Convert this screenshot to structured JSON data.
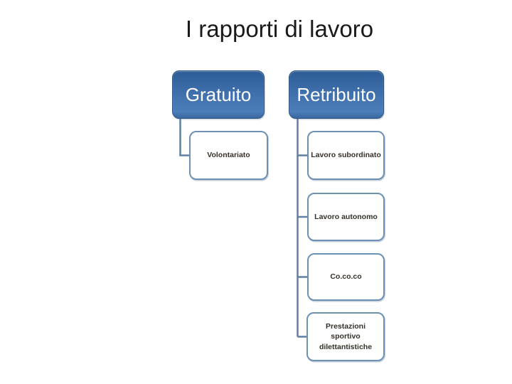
{
  "slide": {
    "title": "I rapporti di lavoro"
  },
  "diagram": {
    "type": "hierarchy",
    "branches": [
      {
        "parent": {
          "label": "Gratuito"
        },
        "children": [
          {
            "label": "Volontariato"
          }
        ]
      },
      {
        "parent": {
          "label": "Retribuito"
        },
        "children": [
          {
            "label": "Lavoro subordinato"
          },
          {
            "label": "Lavoro autonomo"
          },
          {
            "label": "Co.co.co"
          },
          {
            "label": "Prestazioni sportivo dilettantistiche"
          }
        ]
      }
    ]
  },
  "colors": {
    "slide_bg": "#ffffff",
    "title_text": "#1a1a1a",
    "parent_grad_top": "#2d5c95",
    "parent_grad_mid": "#4070ac",
    "parent_grad_bottom": "#4c7eba",
    "parent_grad_edge": "#3a679f",
    "parent_edge": "#2b5585",
    "parent_text": "#ffffff",
    "child_fill": "#ffffff",
    "child_border": "#6d91b4",
    "child_text": "#35302a",
    "connector": "#5e80a4"
  }
}
